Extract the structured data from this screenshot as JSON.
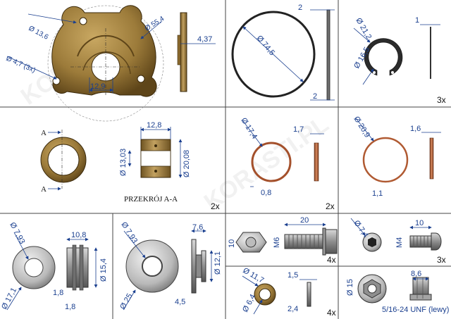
{
  "watermark": "KORASTI.PL",
  "palette": {
    "brass": "#9c7b3a",
    "brass_dark": "#6e5322",
    "copper": "#c4673a",
    "steel": "#9a9a9a",
    "dim_blue": "#1a3f8f"
  },
  "panels": {
    "thrust_plate": {
      "d_bolt": "Ø 13,6",
      "d_outer": "Ø 55,4",
      "d_holes": "Ø 4,7 (3x)",
      "width": "12,9",
      "thickness": "4,37"
    },
    "large_oring": {
      "d": "Ø 74,5",
      "w_top": "2",
      "w_bottom": "2"
    },
    "circlip": {
      "d_outer": "Ø 21,2",
      "d_inner": "Ø 16,5",
      "thickness": "1",
      "qty": "3x"
    },
    "bushing": {
      "section_mark_top": "A",
      "section_mark_bottom": "A",
      "width": "12,8",
      "d_inner": "Ø 13,03",
      "d_outer": "Ø 20,08",
      "caption": "PRZEKRÓJ A-A",
      "qty": "2x"
    },
    "oring_small": {
      "d": "Ø 17,4",
      "thickness": "1,7",
      "section": "0,8",
      "qty": "2x"
    },
    "oring_medium": {
      "d": "Ø 20,9",
      "thickness": "1,6",
      "section": "1,1"
    },
    "piston_ring_sleeve": {
      "d_inner": "Ø 7,93",
      "d_outer": "Ø 17,1",
      "length": "10,8",
      "d_groove": "Ø 15,4",
      "groove_w": "1,8",
      "edge_w": "1,8"
    },
    "flinger": {
      "d_inner": "Ø 7,93",
      "d_outer": "Ø 25",
      "width": "7,6",
      "d_hub": "Ø 12,1",
      "offset": "4,5"
    },
    "bolt_m6": {
      "head": "10",
      "thread": "M6",
      "length": "20",
      "qty": "4x"
    },
    "bolt_m4": {
      "d_head": "Ø 7,4",
      "thread": "M4",
      "length": "10",
      "qty": "3x"
    },
    "washer": {
      "d_outer": "Ø 11,7",
      "d_inner": "Ø 6,4",
      "thickness": "1,5",
      "width": "2,4",
      "qty": "4x"
    },
    "nut": {
      "d": "Ø 15",
      "height": "8,6",
      "thread": "5/16-24 UNF (lewy)"
    }
  }
}
